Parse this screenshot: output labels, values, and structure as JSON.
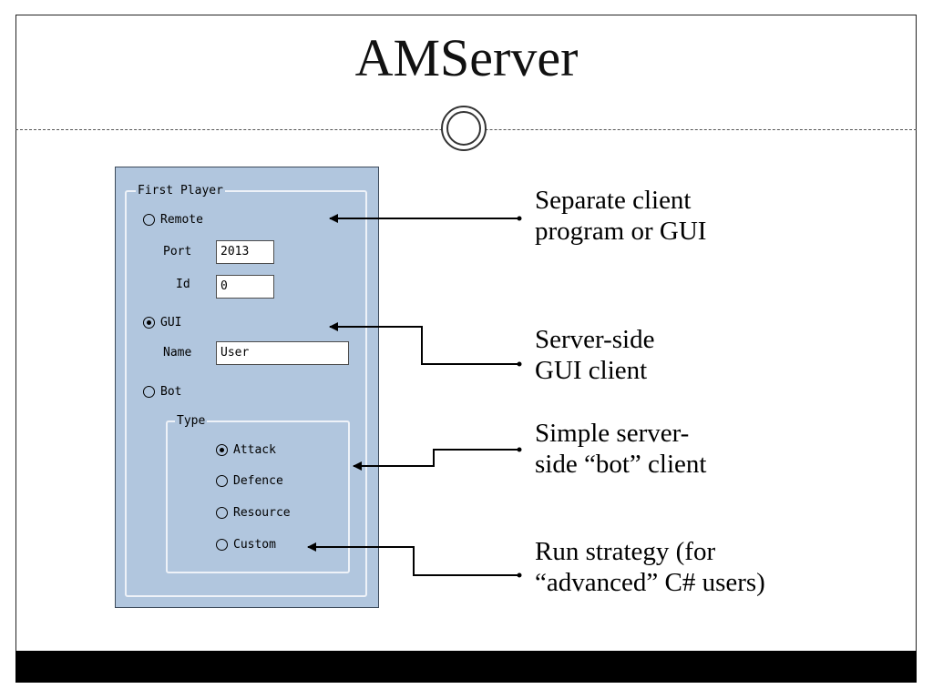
{
  "slide": {
    "title": "AMServer"
  },
  "panel": {
    "group_title": "First Player",
    "remote_label": "Remote",
    "remote_selected": false,
    "port_label": "Port",
    "port_value": "2013",
    "id_label": "Id",
    "id_value": "0",
    "gui_label": "GUI",
    "gui_selected": true,
    "name_label": "Name",
    "name_value": "User",
    "bot_label": "Bot",
    "bot_selected": false,
    "type_group_title": "Type",
    "bot_types": [
      {
        "label": "Attack",
        "selected": true
      },
      {
        "label": "Defence",
        "selected": false
      },
      {
        "label": "Resource",
        "selected": false
      },
      {
        "label": "Custom",
        "selected": false
      }
    ]
  },
  "annotations": [
    {
      "line1": "Separate client",
      "line2": "program or GUI"
    },
    {
      "line1": "Server-side",
      "line2": "GUI client"
    },
    {
      "line1": "Simple server-",
      "line2": "side “bot” client"
    },
    {
      "line1": "Run strategy (for",
      "line2": "“advanced” C# users)"
    }
  ]
}
